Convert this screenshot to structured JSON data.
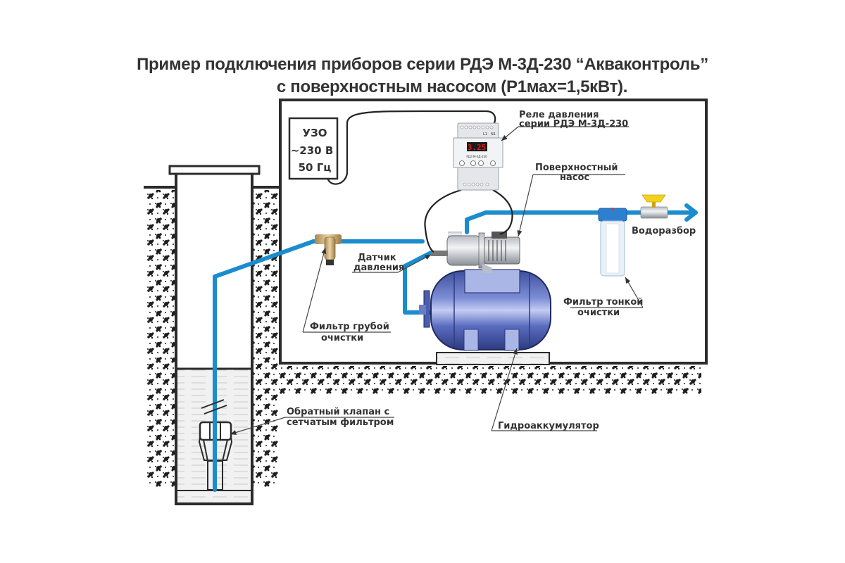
{
  "title": {
    "line1": "Пример подключения приборов серии РДЭ М-3Д-230  “Акваконтроль”",
    "line2": "с поверхностным насосом (Р1мах=1,5кВт)."
  },
  "rcd_box": {
    "line1": "УЗО",
    "line2": "~230 В",
    "line3": "50 Гц"
  },
  "relay": {
    "display_value": "3.25",
    "model_text": "РДЭ М-3Д-230",
    "terminal_labels": [
      "L1",
      "N1"
    ]
  },
  "labels": {
    "relay_line1": "Реле давления",
    "relay_line2": "серии РДЭ М-3Д-230",
    "pump_line1": "Поверхностный",
    "pump_line2": "насос",
    "water_outlet": "Водоразбор",
    "sensor_line1": "Датчик",
    "sensor_line2": "давления",
    "coarse_filter_line1": "Фильтр грубой",
    "coarse_filter_line2": "очистки",
    "fine_filter_line1": "Фильтр тонкой",
    "fine_filter_line2": "очистки",
    "check_valve_line1": "Обратный клапан с",
    "check_valve_line2": "сетчатым фильтром",
    "accumulator": "Гидроаккумулятор"
  },
  "colors": {
    "pipe": "#1b8ccd",
    "tank": "#4a5db0",
    "tank_light": "#aab6e6",
    "relay_display": "#d81e1e",
    "valve_handle": "#f3d21a",
    "brass": "#c9a66b",
    "water": "#eeeeee",
    "ink": "#2b2b2b"
  }
}
